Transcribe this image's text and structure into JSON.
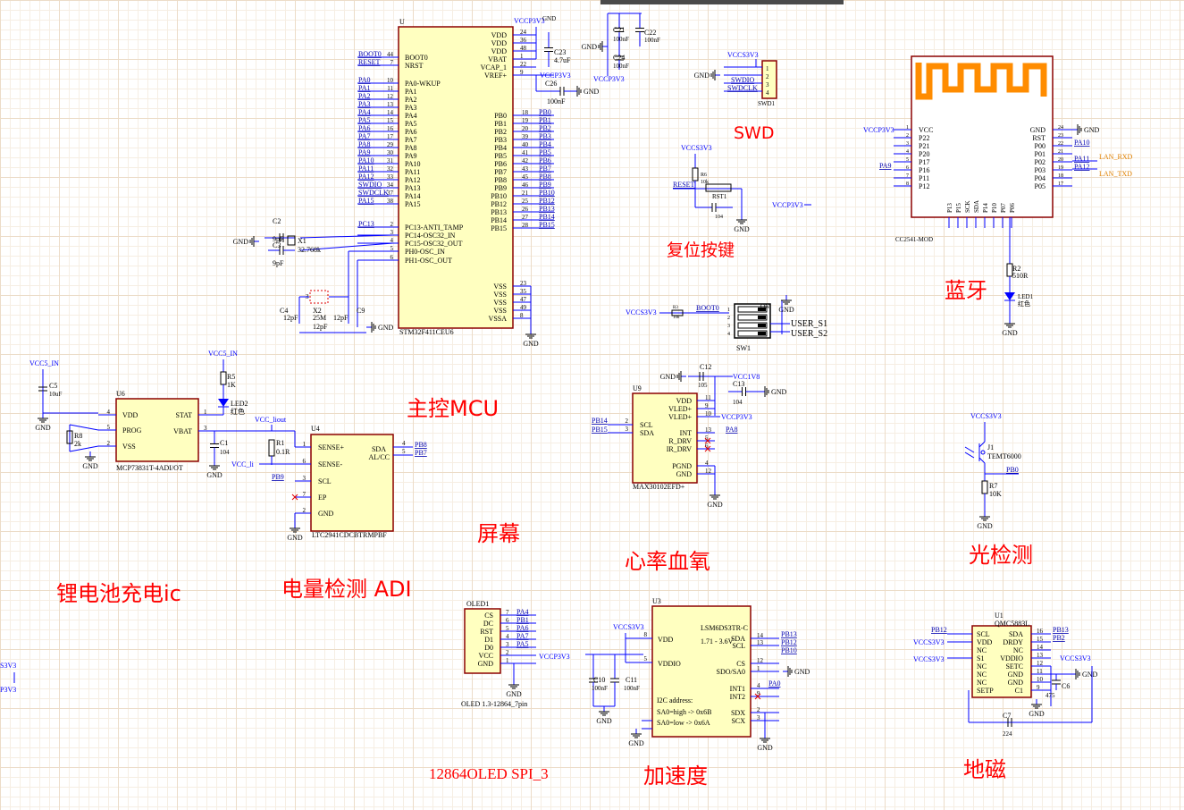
{
  "sections": {
    "mcu": "主控MCU",
    "swd": "SWD",
    "reset": "复位按键",
    "bluetooth": "蓝牙",
    "charger": "锂电池充电ic",
    "gauge": "电量检测 ADI",
    "screen": "屏幕",
    "heart": "心率血氧",
    "light": "光检测",
    "accel": "加速度",
    "mag": "地磁",
    "oled_spi": "12864OLED SPI_3"
  },
  "mcu": {
    "ref": "U",
    "part": "STM32F411CEU6",
    "left_pins": [
      "BOOT0",
      "NRST",
      "PA0-WKUP",
      "PA1",
      "PA2",
      "PA3",
      "PA4",
      "PA5",
      "PA6",
      "PA7",
      "PA8",
      "PA9",
      "PA10",
      "PA11",
      "PA12",
      "PA13",
      "PA14",
      "PA15",
      "PC13-ANTI_TAMP",
      "PC14-OSC32_IN",
      "PC15-OSC32_OUT",
      "PH0-OSC_IN",
      "PH1-OSC_OUT"
    ],
    "left_nums": [
      "44",
      "7",
      "10",
      "11",
      "12",
      "13",
      "14",
      "15",
      "16",
      "17",
      "29",
      "30",
      "31",
      "32",
      "33",
      "34",
      "37",
      "38",
      "2",
      "3",
      "4",
      "5",
      "6"
    ],
    "left_nets": [
      "BOOT0",
      "RESET",
      "PA0",
      "PA1",
      "PA2",
      "PA3",
      "PA4",
      "PA5",
      "PA6",
      "PA7",
      "PA8",
      "PA9",
      "PA10",
      "PA11",
      "PA12",
      "SWDIO",
      "SWDCLK",
      "PA15",
      "PC13",
      "",
      "",
      "",
      ""
    ],
    "power_pins": [
      "VDD",
      "VDD",
      "VDD",
      "VBAT",
      "VCAP_1",
      "VREF+"
    ],
    "power_nums": [
      "24",
      "36",
      "48",
      "1",
      "22",
      "9"
    ],
    "pb_pins": [
      "PB0",
      "PB1",
      "PB2",
      "PB3",
      "PB4",
      "PB5",
      "PB6",
      "PB7",
      "PB8",
      "PB9",
      "PB10",
      "PB12",
      "PB13",
      "PB14",
      "PB15"
    ],
    "pb_nums": [
      "18",
      "19",
      "20",
      "39",
      "40",
      "41",
      "42",
      "43",
      "45",
      "46",
      "21",
      "25",
      "26",
      "27",
      "28"
    ],
    "vss_pins": [
      "VSS",
      "VSS",
      "VSS",
      "VSS",
      "VSSA"
    ],
    "vss_nums": [
      "23",
      "35",
      "47",
      "49",
      "8"
    ],
    "vcc": "VCCP3V3",
    "gnd": "GND",
    "c23": "C23",
    "c23v": "4.7uF",
    "c26": "C26",
    "c26v": "100nF",
    "vcc2": "VCCP3V3"
  },
  "decoupling": {
    "c21": "C21",
    "c21v": "100nF",
    "c22": "C22",
    "c22v": "100nF",
    "c24": "C24",
    "c24v": "100nF",
    "gnd": "GND",
    "vcc": "VCCP3V3"
  },
  "crystals": {
    "c2": "C2",
    "c2v": "9pF",
    "c3": "C3",
    "c3v": "9pF",
    "x1": "X1",
    "x1v": "32.768k",
    "c4": "C4",
    "c4v": "12pF",
    "c9": "C9",
    "c9v": "12pF",
    "x2": "X2",
    "x2v": "25M",
    "x2v2": "12pF",
    "gnd": "GND"
  },
  "swd": {
    "vcc": "VCCS3V3",
    "gnd": "GND",
    "swdio": "SWDIO",
    "swdclk": "SWDCLK",
    "ref": "SWD1",
    "nums": [
      "1",
      "2",
      "3",
      "4"
    ]
  },
  "reset": {
    "vcc": "VCCS3V3",
    "net": "RESET",
    "r": "R6",
    "rv": "10k",
    "sw": "RST1",
    "c": "104",
    "gnd": "GND",
    "vcc2": "VCCP3V3"
  },
  "dip": {
    "vcc": "VCCS3V3",
    "r": "R3",
    "rv": "10k",
    "net": "BOOT0",
    "gnd": "GND",
    "ref": "SW1",
    "s1": "USER_S1",
    "s2": "USER_S2",
    "on": "ON"
  },
  "bt": {
    "ref": "CC2541-MOD",
    "left_pins": [
      "VCC",
      "P22",
      "P21",
      "P20",
      "P17",
      "P16",
      "P11",
      "P12"
    ],
    "left_nums": [
      "1",
      "2",
      "3",
      "4",
      "5",
      "6",
      "7",
      "8"
    ],
    "right_pins": [
      "GND",
      "RST",
      "P00",
      "P01",
      "P02",
      "P03",
      "P04",
      "P05"
    ],
    "right_nums": [
      "24",
      "23",
      "22",
      "21",
      "20",
      "19",
      "18",
      "17"
    ],
    "bottom_pins": [
      "P13",
      "P15",
      "SCK",
      "SDA",
      "P14",
      "P10",
      "P07",
      "P06"
    ],
    "vcc": "VCCP3V3",
    "gnd": "GND",
    "pa9": "PA9",
    "pa10": "PA10",
    "pa11": "PA11",
    "pa12": "PA12",
    "lan_rxd": "LAN_RXD",
    "lan_txd": "LAN_TXD",
    "r2": "R2",
    "r2v": "510R",
    "led": "LED1",
    "ledc": "红色"
  },
  "charger": {
    "vcc_in": "VCC5_IN",
    "c5": "C5",
    "c5v": "10uF",
    "gnd": "GND",
    "ref": "U6",
    "part": "MCP73831T-4ADI/OT",
    "pins_l": [
      "VDD",
      "PROG",
      "VSS"
    ],
    "nums_l": [
      "4",
      "5",
      "2"
    ],
    "pins_r": [
      "STAT",
      "VBAT"
    ],
    "nums_r": [
      "1",
      "3"
    ],
    "r8": "R8",
    "r8v": "2k",
    "r5": "R5",
    "r5v": "1K",
    "led": "LED2",
    "ledc": "红色",
    "vcc_in2": "VCC5_IN",
    "c1": "C1",
    "c1v": "104"
  },
  "gauge": {
    "vcc_out": "VCC_liout",
    "vcc_li": "VCC_li",
    "r1": "R1",
    "r1v": "0.1R",
    "ref": "U4",
    "part": "LTC2941CDCBTRMPBF",
    "pins_l": [
      "SENSE+",
      "SENSE-",
      "SCL",
      "EP",
      "GND"
    ],
    "nums_l": [
      "1",
      "6",
      "3",
      "7",
      "2"
    ],
    "pins_r": [
      "SDA",
      "AL/CC"
    ],
    "nums_r": [
      "4",
      "5"
    ],
    "pb9": "PB9",
    "pb8": "PB8",
    "pb7": "PB7",
    "gnd": "GND"
  },
  "heart": {
    "ref": "U9",
    "part": "MAX30102EFD+",
    "c12": "C12",
    "c12v": "105",
    "c13": "C13",
    "c13v": "104",
    "vcc18": "VCC1V8",
    "vcc33": "VCCP3V3",
    "gnd": "GND",
    "pins_r": [
      "VDD",
      "VLED+",
      "VLED+",
      "INT",
      "R_DRV",
      "IR_DRV",
      "PGND",
      "GND"
    ],
    "nums_r": [
      "11",
      "9",
      "10",
      "13",
      "5",
      "6",
      "4",
      "12"
    ],
    "pins_l": [
      "SCL",
      "SDA"
    ],
    "nums_l": [
      "2",
      "3"
    ],
    "pb14": "PB14",
    "pb15": "PB15",
    "pa8": "PA8"
  },
  "light": {
    "vcc": "VCCS3V3",
    "ref": "J1",
    "part": "TEMT6000",
    "pb0": "PB0",
    "r7": "R7",
    "r7v": "10K",
    "gnd": "GND"
  },
  "oled": {
    "ref": "OLED1",
    "pins": [
      "CS",
      "DC",
      "RST",
      "D1",
      "D0",
      "VCC",
      "GND"
    ],
    "nums": [
      "7",
      "6",
      "5",
      "4",
      "3",
      "2",
      "1"
    ],
    "nets": [
      "PA4",
      "PB1",
      "PA6",
      "PA7",
      "PA5",
      "",
      ""
    ],
    "vcc": "VCCP3V3",
    "gnd": "GND",
    "desc": "OLED 1.3-12864_7pin"
  },
  "accel": {
    "ref": "U3",
    "part": "LSM6DS3TR-C",
    "range": "1.71 - 3.6V",
    "vcc": "VCCS3V3",
    "pins_l": [
      "VDD",
      "VDDIO"
    ],
    "nums_l": [
      "8",
      "5"
    ],
    "pins_r": [
      "SDA",
      "SCL",
      "CS",
      "SDO/SA0",
      "INT1",
      "INT2",
      "SDX",
      "SCX"
    ],
    "nums_r": [
      "14",
      "13",
      "12",
      "1",
      "4",
      "9",
      "2",
      "3"
    ],
    "pb13": "PB13",
    "pb12": "PB12",
    "pb10": "PB10",
    "pa0": "PA0",
    "c10": "C10",
    "c10v": "100nF",
    "c11": "C11",
    "c11v": "100nF",
    "gnd": "GND",
    "note1": "I2C address:",
    "note2": "SA0=high -> 0x6B",
    "note3": "SA0=low -> 0x6A"
  },
  "mag": {
    "ref": "U1",
    "part": "QMC5883L",
    "pins_l": [
      "SCL",
      "VDD",
      "NC",
      "S1",
      "NC",
      "NC",
      "NC",
      "SETP"
    ],
    "pins_r": [
      "SDA",
      "DRDY",
      "NC",
      "VDDIO",
      "SETC",
      "GND",
      "GND",
      "C1"
    ],
    "nums_r": [
      "16",
      "15",
      "14",
      "13",
      "12",
      "11",
      "10",
      "9"
    ],
    "pb12": "PB12",
    "pb13": "PB13",
    "pb2": "PB2",
    "vcc": "VCCS3V3",
    "c6": "C6",
    "c6v": "475",
    "c7": "C7",
    "c7v": "224",
    "gnd": "GND"
  },
  "edge": {
    "a": "S3V3",
    "b": "P3V3"
  },
  "colors": {
    "wire": "#0000ff",
    "body_fill": "#ffffc0",
    "body_stroke": "#8b0000",
    "net_label": "#0000b0",
    "section": "#ff0000",
    "part_text": "#000080",
    "bt_antenna": "#ff8c00",
    "lan": "#e08000"
  }
}
